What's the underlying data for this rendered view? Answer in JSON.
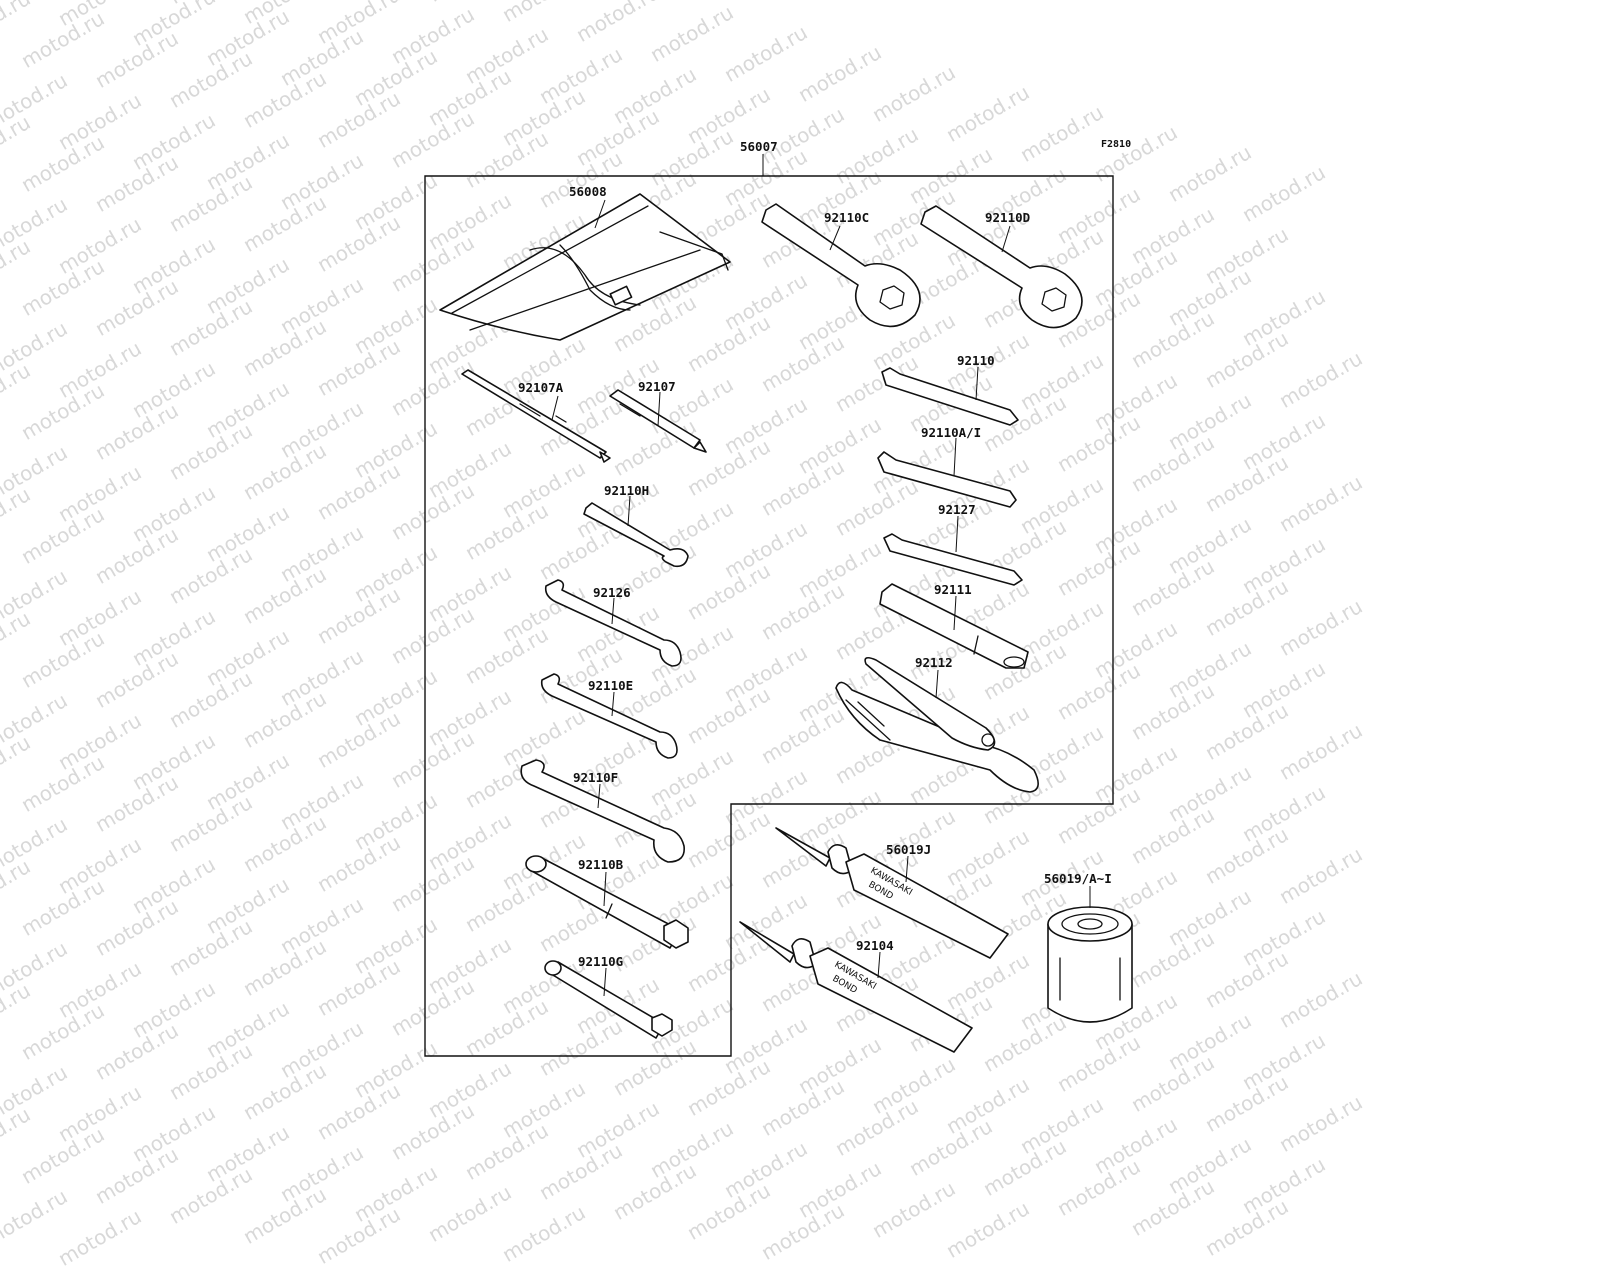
{
  "watermark": "motod.ru",
  "figure_id": "F2810",
  "parts": {
    "p56007": "56007",
    "p56008": "56008",
    "p92110C": "92110C",
    "p92110D": "92110D",
    "p92107A": "92107A",
    "p92107": "92107",
    "p92110": "92110",
    "p92110AI": "92110A/I",
    "p92110H": "92110H",
    "p92127": "92127",
    "p92126": "92126",
    "p92111": "92111",
    "p92112": "92112",
    "p92110E": "92110E",
    "p92110F": "92110F",
    "p92110B": "92110B",
    "p92110G": "92110G",
    "p56019J": "56019J",
    "p92104": "92104",
    "p56019AI": "56019/A~I"
  },
  "tube_text": {
    "brand": "KAWASAKI",
    "product": "BOND"
  }
}
